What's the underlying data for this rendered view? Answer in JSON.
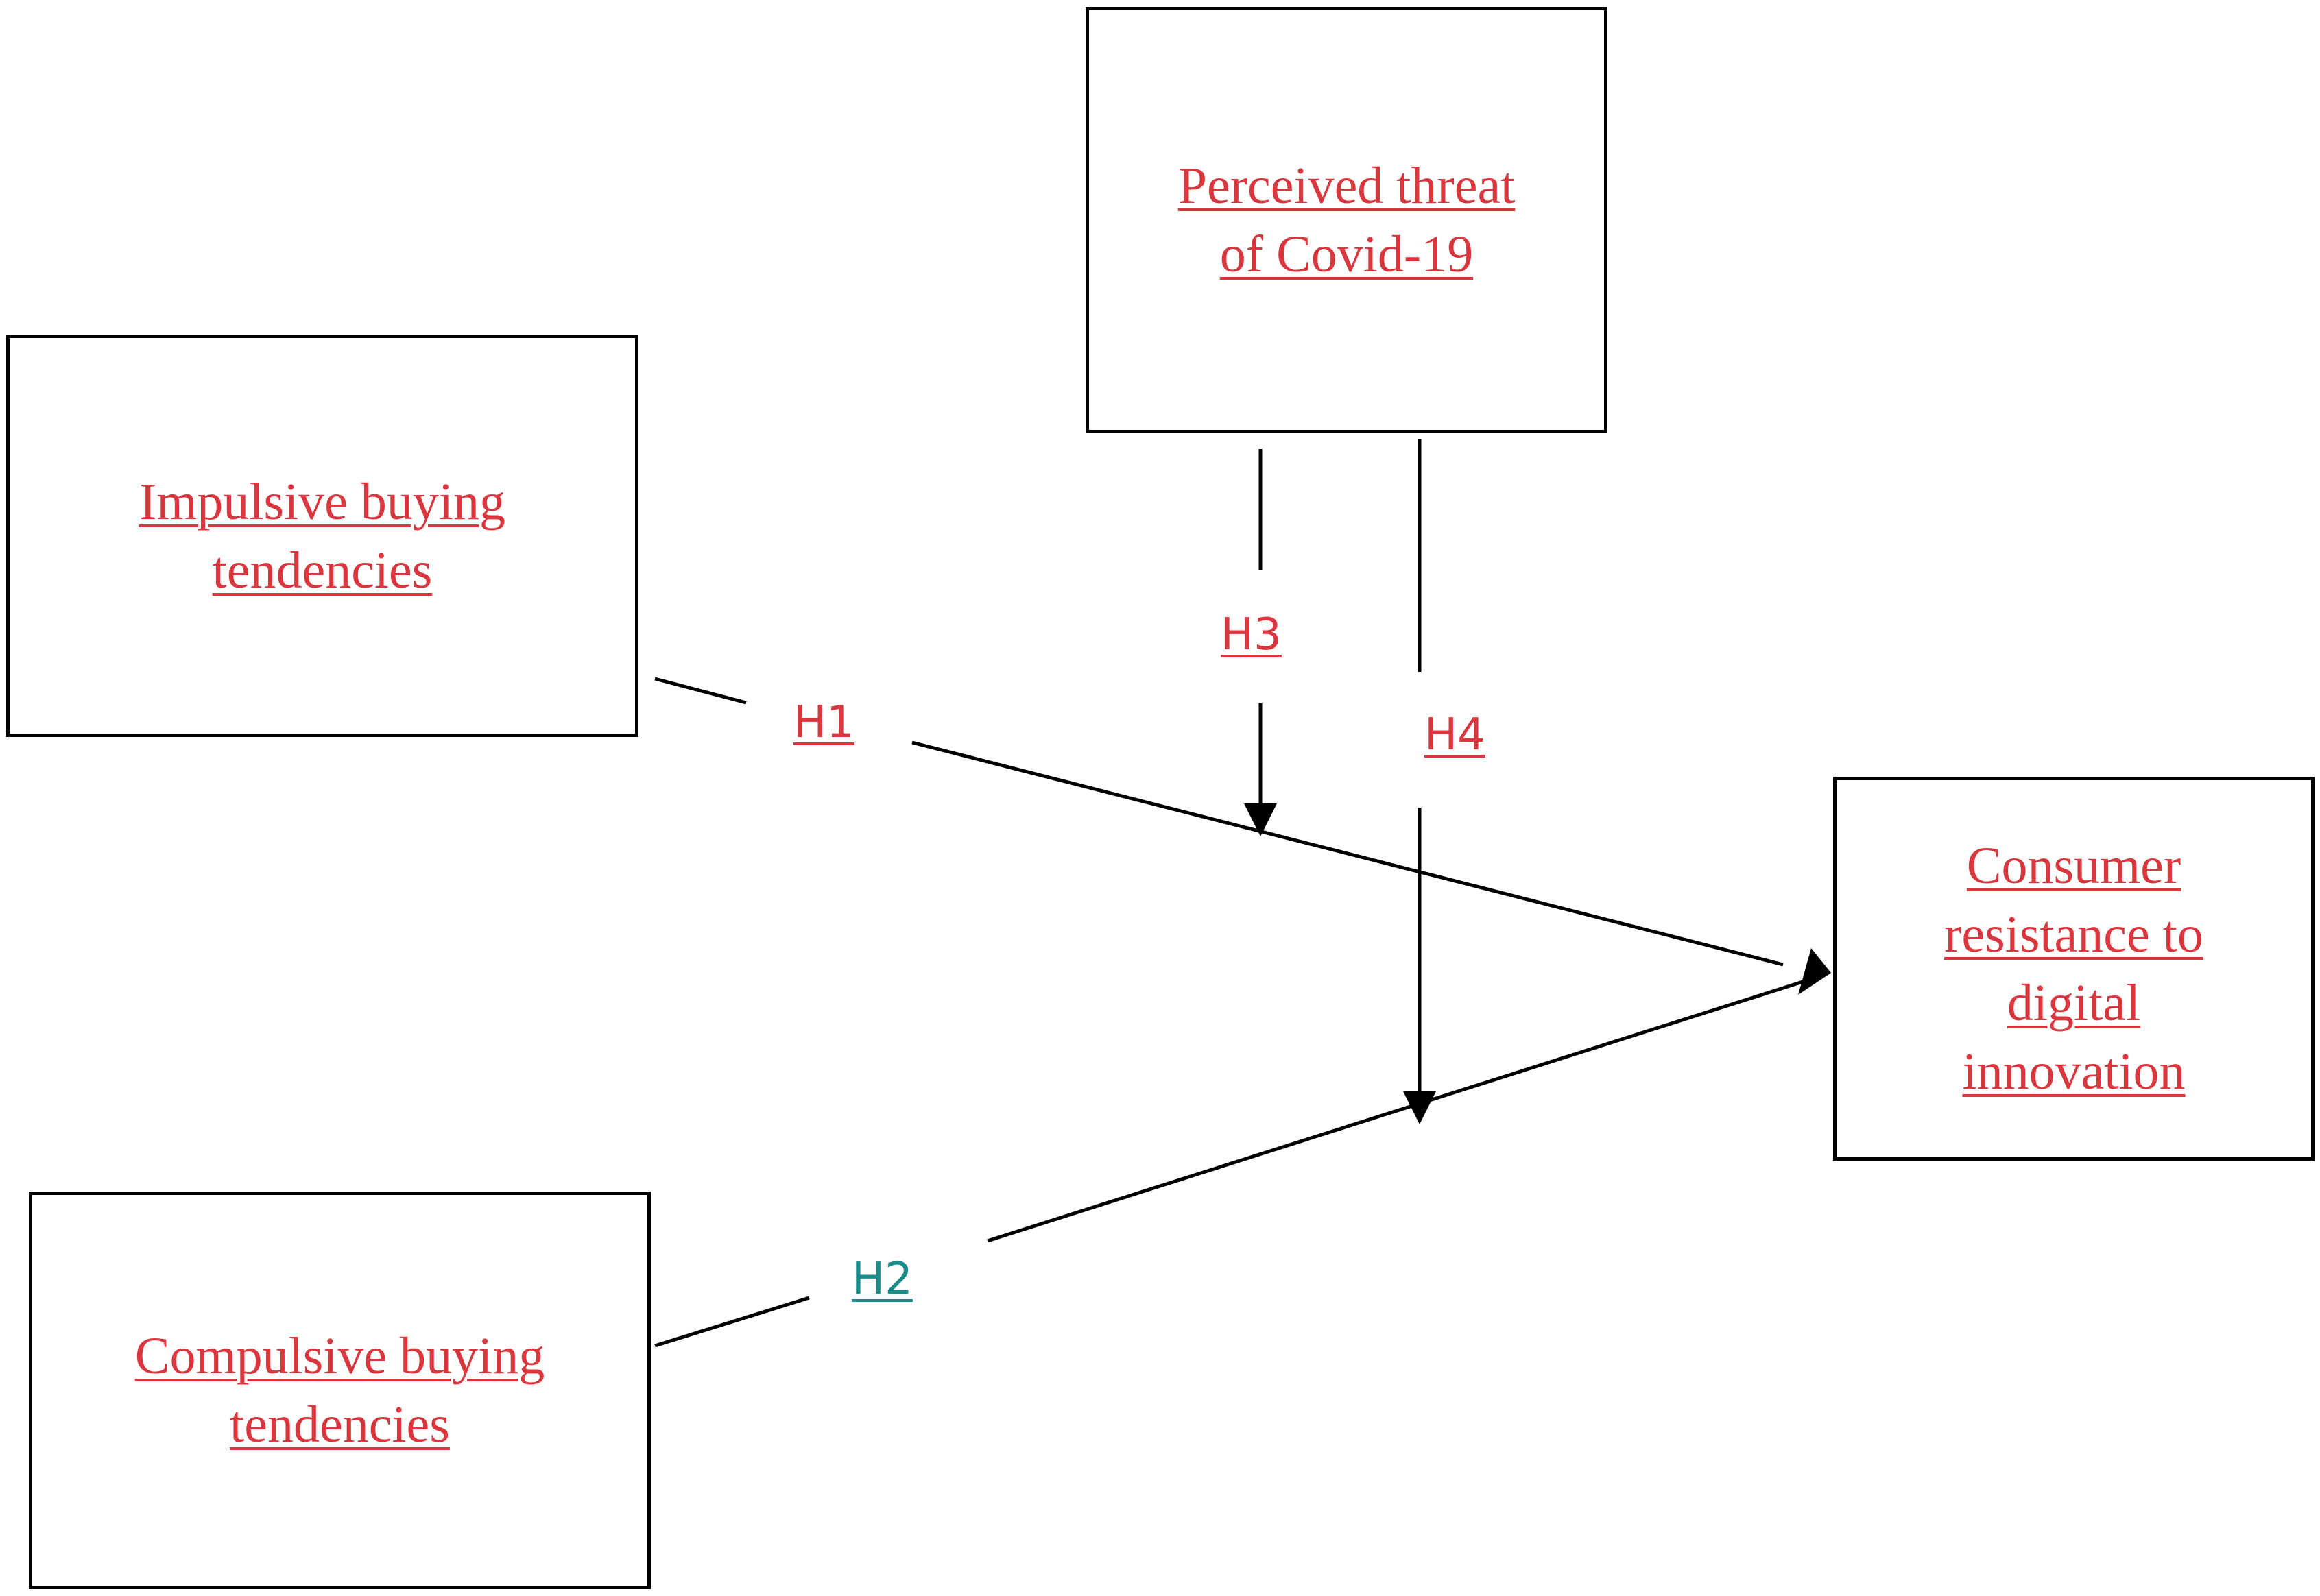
{
  "colors": {
    "label_red": "#d9363e",
    "label_teal": "#1a8c8c",
    "line": "#000000"
  },
  "nodes": {
    "perceived_threat": "Perceived threat\nof Covid-19",
    "impulsive": "Impulsive buying\ntendencies",
    "compulsive": "Compulsive buying\ntendencies",
    "resistance": "Consumer\nresistance to\ndigital\ninnovation"
  },
  "hypotheses": {
    "h1": "H1",
    "h2": "H2",
    "h3": "H3",
    "h4": "H4"
  }
}
